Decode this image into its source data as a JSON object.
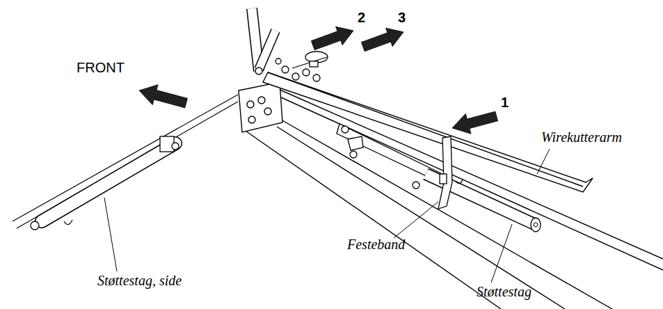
{
  "diagram": {
    "labels": [
      "2",
      "3",
      "FRONT",
      "1",
      "Wirekutterarm",
      "Festeband",
      "Støttestag, side",
      "Støttestag"
    ]
  }
}
